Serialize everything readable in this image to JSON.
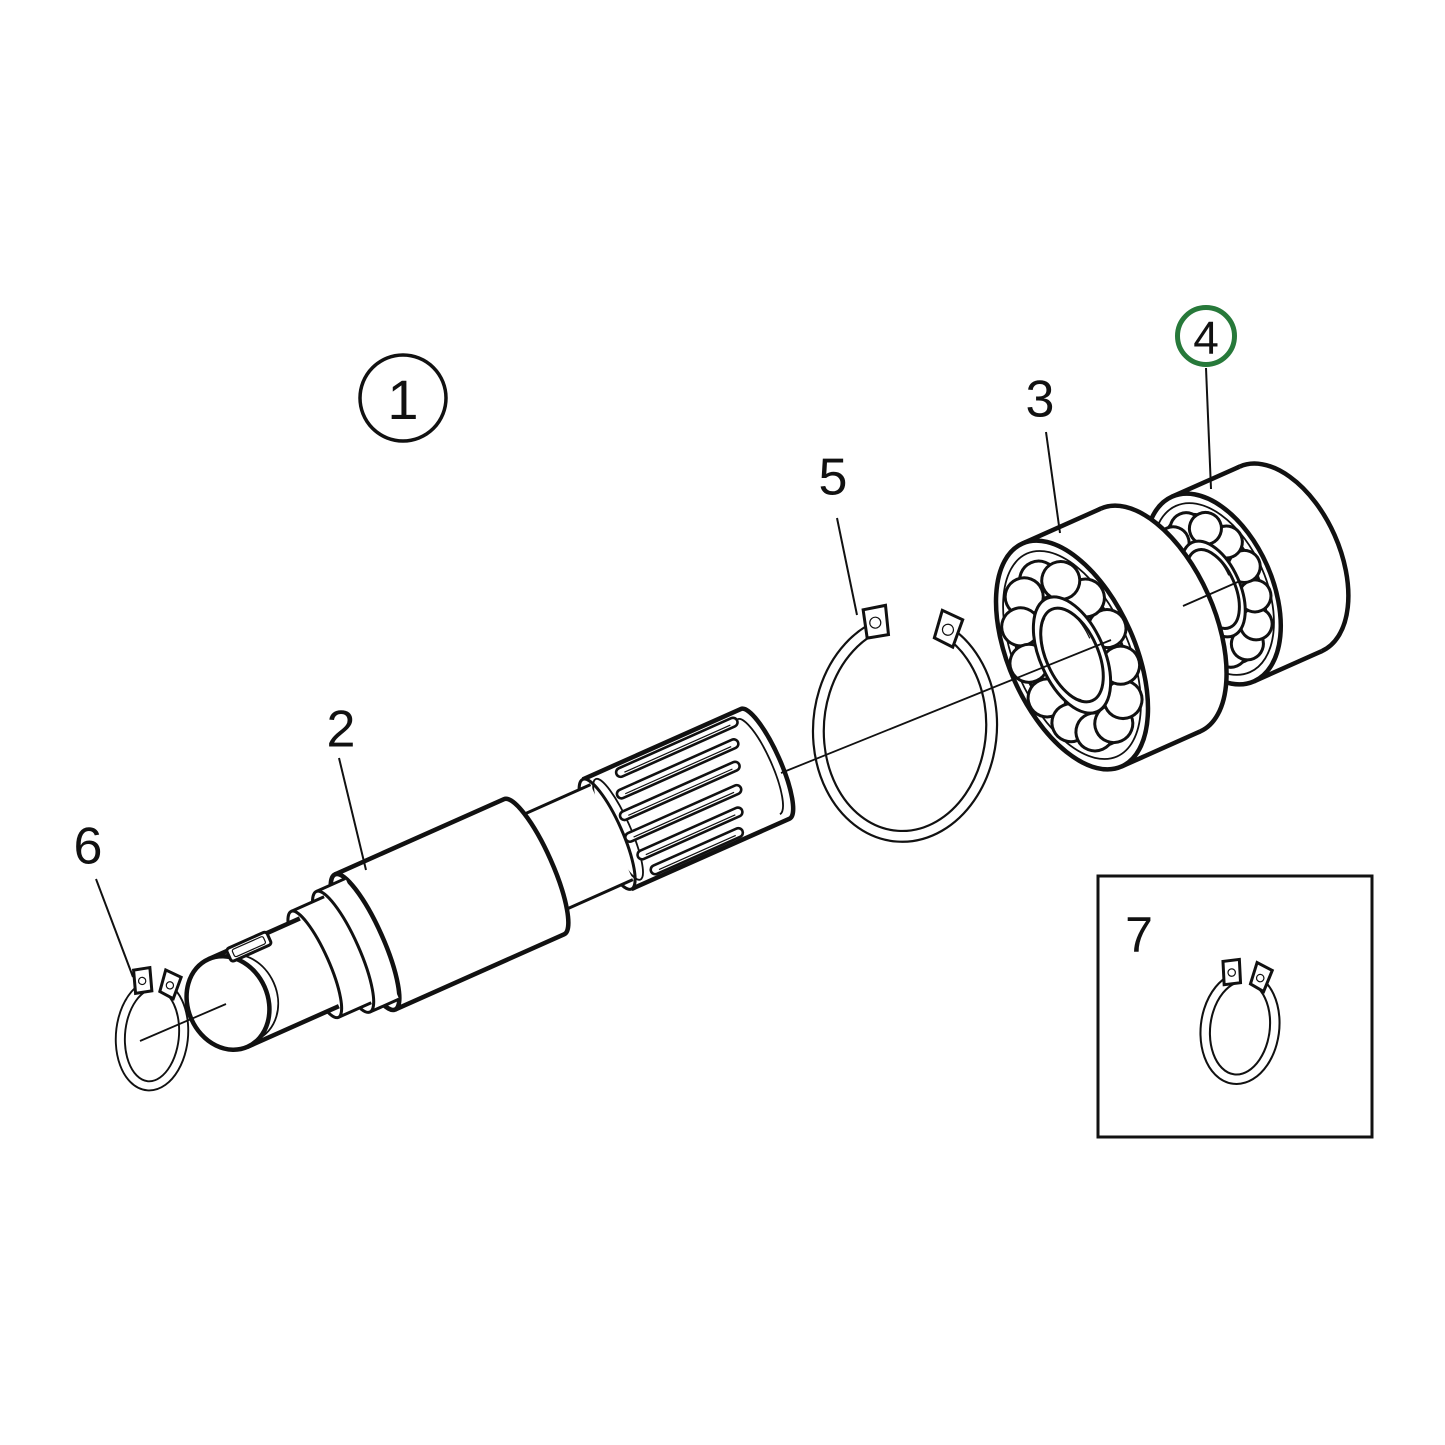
{
  "figure": {
    "type": "exploded-parts-diagram",
    "background_color": "#ffffff",
    "line_color": "#111111",
    "highlight_color": "#27793a"
  },
  "callouts": {
    "c1": {
      "label": "1",
      "style": "circled"
    },
    "c2": {
      "label": "2",
      "style": "plain"
    },
    "c3": {
      "label": "3",
      "style": "plain"
    },
    "c4": {
      "label": "4",
      "style": "circled-highlight"
    },
    "c5": {
      "label": "5",
      "style": "plain"
    },
    "c6": {
      "label": "6",
      "style": "plain"
    },
    "c7": {
      "label": "7",
      "style": "boxed-detail"
    }
  }
}
